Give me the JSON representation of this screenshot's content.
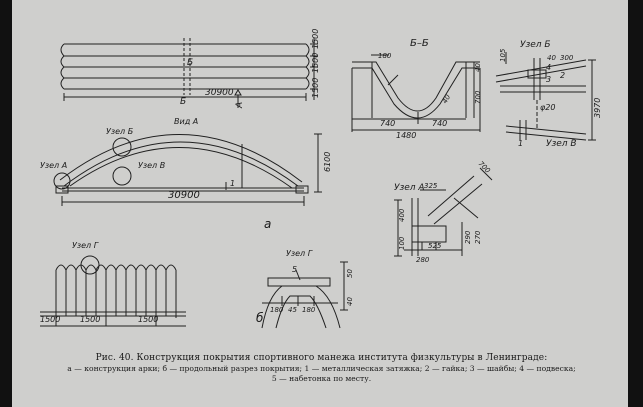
{
  "figure": {
    "caption_title": "Рис. 40. Конструкция покрытия спортивного манежа института физкультуры в Ленинграде:",
    "caption_line2": "а — конструкция арки; б — продольный разрез покрытия; 1 — металлическая затяжка; 2 — гайка; 3 — шайбы; 4 — подвеска;",
    "caption_line3": "5 — набетонка по месту."
  },
  "plan": {
    "dim_1500_a": "1500",
    "dim_1500_b": "1500",
    "dim_1500_c": "1500",
    "span": "30900",
    "mark_b": "Б",
    "mark_b2": "Б",
    "mark_a": "А"
  },
  "section_bb": {
    "title": "Б–Б",
    "d180": "180",
    "d40": "40",
    "d40b": "40",
    "d700": "700",
    "d740a": "740",
    "d740b": "740",
    "d1480": "1480"
  },
  "node_b": {
    "title": "Узел Б",
    "d105": "105",
    "d40": "40",
    "d300": "300",
    "n4": "4",
    "n3": "3",
    "n2": "2",
    "n1": "1",
    "phi20": "φ20",
    "d3970": "3970",
    "title_v": "Узел В"
  },
  "arch": {
    "label_node_b": "Узел Б",
    "label_view_a": "Вид А",
    "label_node_a": "Узел А",
    "label_node_v": "Узел В",
    "label_1": "1",
    "rise": "6100",
    "span": "30900",
    "letter": "а"
  },
  "node_a": {
    "title": "Узел А",
    "d700": "700",
    "d325": "325",
    "d400": "400",
    "d100": "100",
    "d525": "525",
    "d280": "280",
    "d290": "290",
    "d270": "270"
  },
  "long_section": {
    "title": "Узел Г",
    "d1500a": "1500",
    "d1500b": "1500",
    "d1500c": "1500",
    "letter": "б"
  },
  "node_g": {
    "title": "Узел Г",
    "n5": "5",
    "d180a": "180",
    "d45": "45",
    "d180b": "180",
    "d50": "50",
    "d40": "40"
  },
  "colors": {
    "paper": "#cfcfcd",
    "ink": "#1a1a1a",
    "edge": "#111111"
  }
}
